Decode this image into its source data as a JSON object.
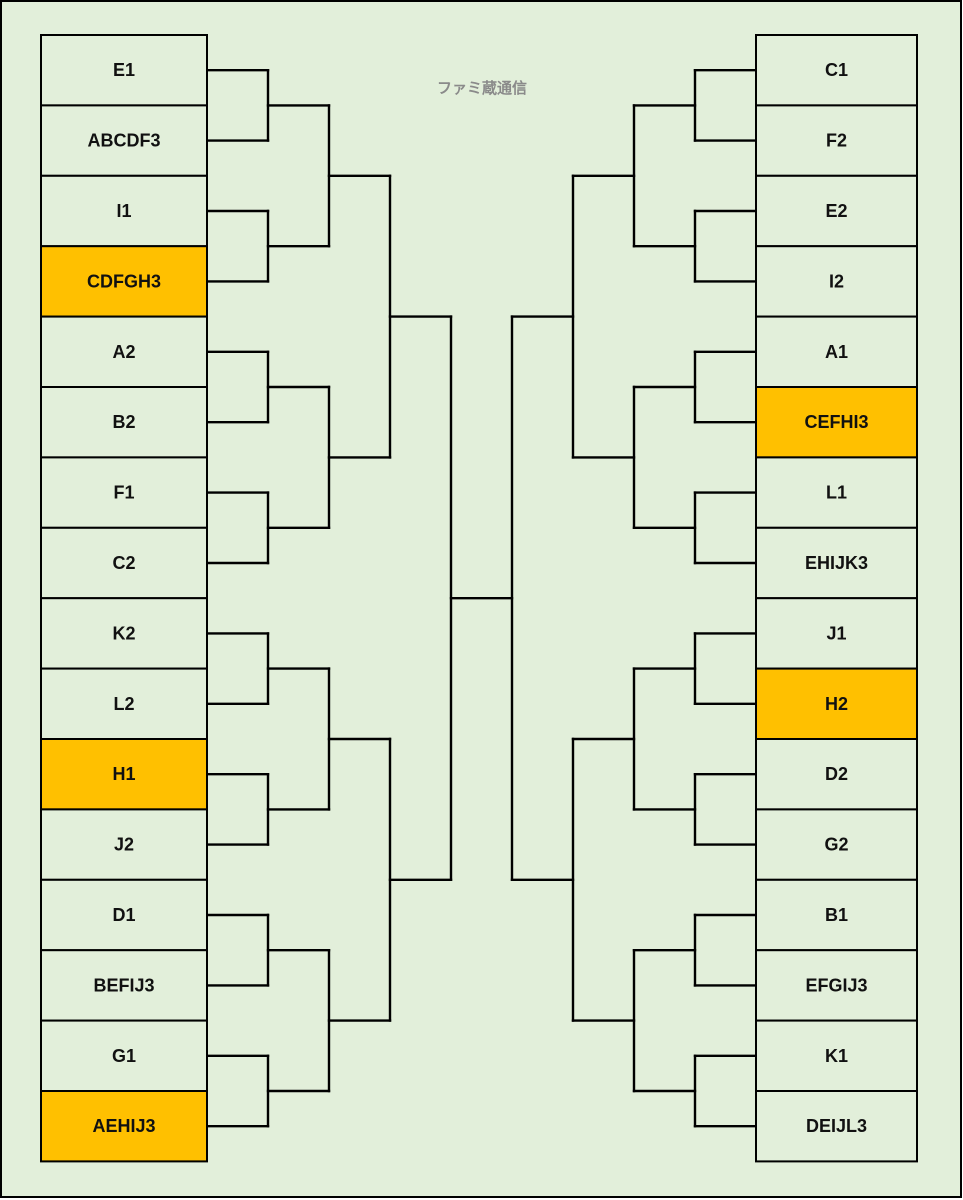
{
  "watermark": "ファミ蔵通信",
  "colors": {
    "background": "#e2efda",
    "highlight": "#ffc000",
    "normal_box": "#e2efda",
    "line": "#000000"
  },
  "left_bracket": [
    {
      "label": "E1",
      "highlight": false
    },
    {
      "label": "ABCDF3",
      "highlight": false
    },
    {
      "label": "I1",
      "highlight": false
    },
    {
      "label": "CDFGH3",
      "highlight": true
    },
    {
      "label": "A2",
      "highlight": false
    },
    {
      "label": "B2",
      "highlight": false
    },
    {
      "label": "F1",
      "highlight": false
    },
    {
      "label": "C2",
      "highlight": false
    },
    {
      "label": "K2",
      "highlight": false
    },
    {
      "label": "L2",
      "highlight": false
    },
    {
      "label": "H1",
      "highlight": true
    },
    {
      "label": "J2",
      "highlight": false
    },
    {
      "label": "D1",
      "highlight": false
    },
    {
      "label": "BEFIJ3",
      "highlight": false
    },
    {
      "label": "G1",
      "highlight": false
    },
    {
      "label": "AEHIJ3",
      "highlight": true
    }
  ],
  "right_bracket": [
    {
      "label": "C1",
      "highlight": false
    },
    {
      "label": "F2",
      "highlight": false
    },
    {
      "label": "E2",
      "highlight": false
    },
    {
      "label": "I2",
      "highlight": false
    },
    {
      "label": "A1",
      "highlight": false
    },
    {
      "label": "CEFHI3",
      "highlight": true
    },
    {
      "label": "L1",
      "highlight": false
    },
    {
      "label": "EHIJK3",
      "highlight": false
    },
    {
      "label": "J1",
      "highlight": false
    },
    {
      "label": "H2",
      "highlight": true
    },
    {
      "label": "D2",
      "highlight": false
    },
    {
      "label": "G2",
      "highlight": false
    },
    {
      "label": "B1",
      "highlight": false
    },
    {
      "label": "EFGIJ3",
      "highlight": false
    },
    {
      "label": "K1",
      "highlight": false
    },
    {
      "label": "DEIJL3",
      "highlight": false
    }
  ]
}
